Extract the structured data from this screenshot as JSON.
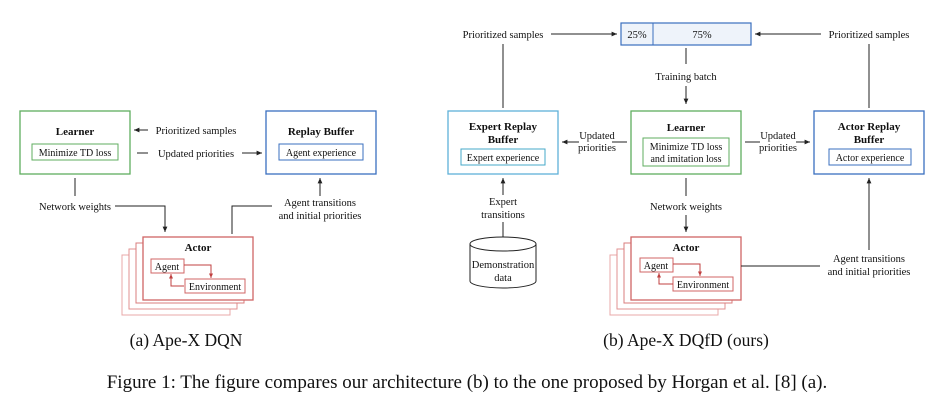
{
  "colors": {
    "learner": "#5fae5f",
    "buffer": "#3a6fbf",
    "expert": "#5fb0d8",
    "actor": "#d06565",
    "inner_cyan": "#46a8c8",
    "text": "#111111"
  },
  "left": {
    "learner": {
      "title": "Learner",
      "inner": "Minimize TD loss"
    },
    "buffer": {
      "title": "Replay Buffer",
      "inner": "Agent experience"
    },
    "actor": {
      "title": "Actor",
      "agent": "Agent",
      "environment": "Environment"
    },
    "labels": {
      "prioritized": "Prioritized samples",
      "updated": "Updated priorities",
      "network_weights": "Network weights",
      "transitions_1": "Agent transitions",
      "transitions_2": "and initial priorities"
    },
    "caption": "(a) Ape-X DQN"
  },
  "right": {
    "batch": {
      "left": "25%",
      "right": "75%"
    },
    "training_batch": "Training batch",
    "prioritized_left": "Prioritized samples",
    "prioritized_right": "Prioritized samples",
    "expert_buffer": {
      "title_1": "Expert Replay",
      "title_2": "Buffer",
      "inner": "Expert experience"
    },
    "learner": {
      "title": "Learner",
      "inner_1": "Minimize TD loss",
      "inner_2": "and imitation loss"
    },
    "actor_buffer": {
      "title_1": "Actor Replay",
      "title_2": "Buffer",
      "inner": "Actor experience"
    },
    "updated_left_1": "Updated",
    "updated_left_2": "priorities",
    "updated_right_1": "Updated",
    "updated_right_2": "priorities",
    "expert_trans_1": "Expert",
    "expert_trans_2": "transitions",
    "demo_1": "Demonstration",
    "demo_2": "data",
    "network_weights": "Network weights",
    "actor": {
      "title": "Actor",
      "agent": "Agent",
      "environment": "Environment"
    },
    "transitions_1": "Agent transitions",
    "transitions_2": "and initial priorities",
    "caption": "(b) Ape-X DQfD (ours)"
  },
  "figure_caption": "Figure 1: The figure compares our architecture (b) to the one proposed by Horgan et al. [8] (a)."
}
